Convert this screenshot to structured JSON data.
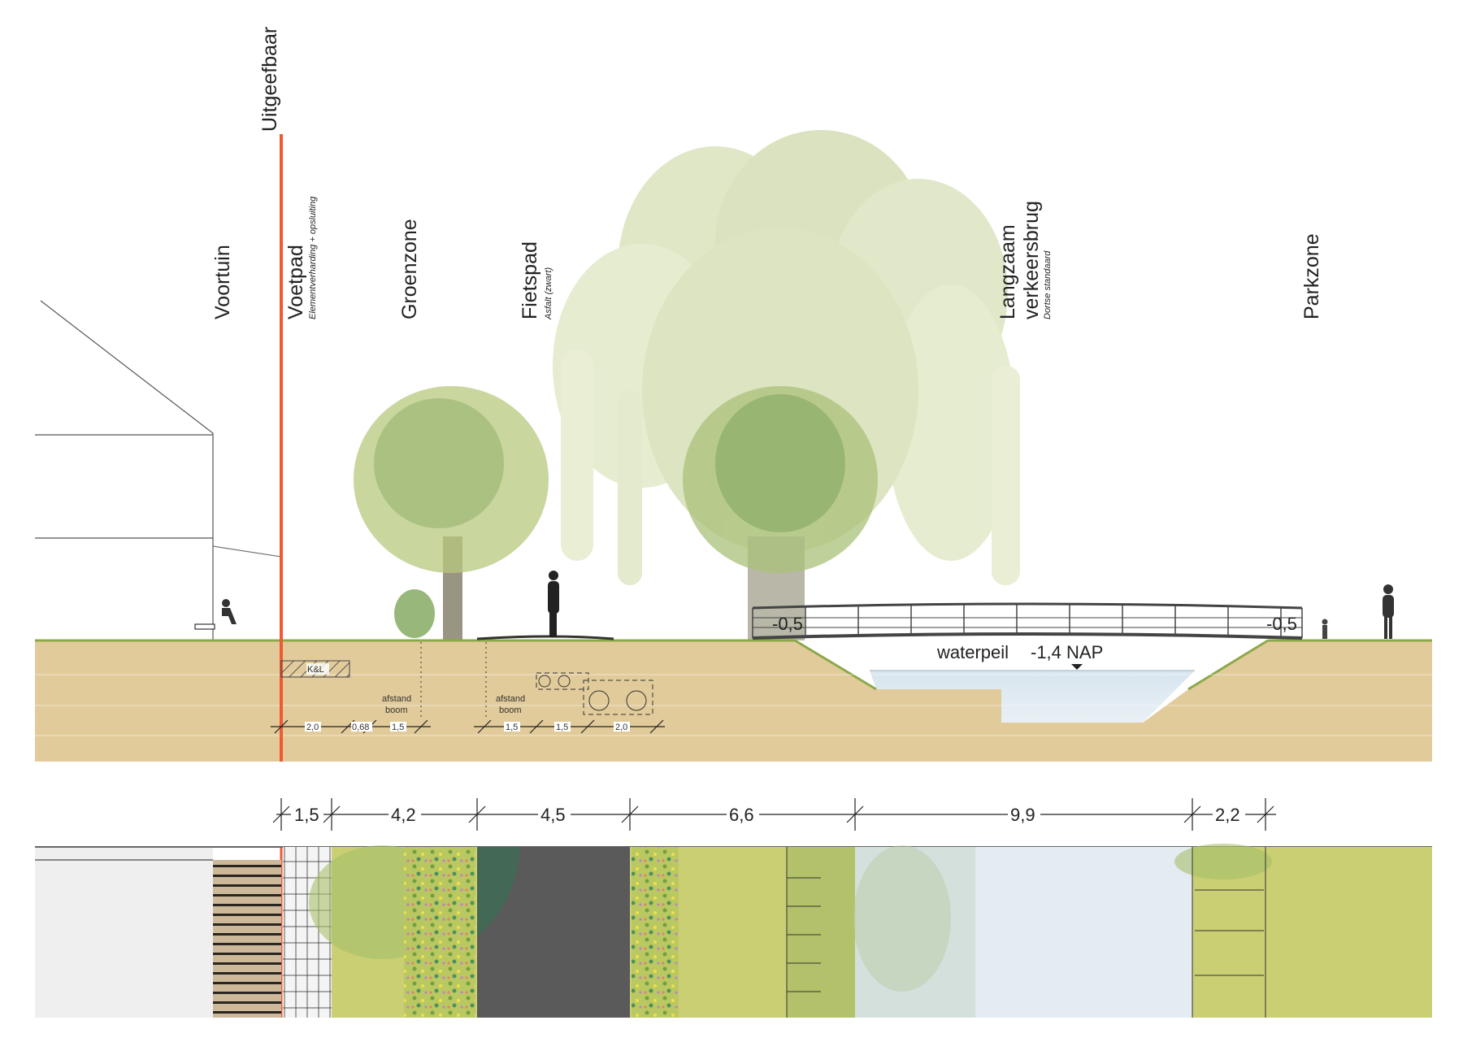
{
  "boundary_label": "Uitgeefbaar",
  "zones": [
    {
      "label": "Voortuin"
    },
    {
      "label": "Voetpad",
      "sub": "Elementverharding + opsluiting"
    },
    {
      "label": "Groenzone"
    },
    {
      "label": "Fietspad",
      "sub": "Asfalt (zwart)"
    },
    {
      "label": "Langzaam",
      "label2": "verkeersbrug",
      "sub": "Dortse standaard"
    },
    {
      "label": "Parkzone"
    }
  ],
  "section": {
    "cable_label": "K&L",
    "tree_distance_label": [
      "afstand",
      "boom"
    ],
    "small_dims": [
      "2,0",
      "0,68",
      "1,5",
      "1,5",
      "1,5",
      "2,0"
    ],
    "level_left": "-0,5",
    "level_right": "-0,5",
    "water_label": "waterpeil",
    "water_level": "-1,4 NAP"
  },
  "main_dims": [
    "1,5",
    "4,2",
    "4,5",
    "6,6",
    "9,9",
    "2,2"
  ],
  "colors": {
    "boundary": "#f05a32",
    "soil": "#e2cb9b",
    "grass": "#c9cf72",
    "asphalt": "#5a5a5a",
    "water": "#dde8ef",
    "paving": "#f4f4f4",
    "house_plan": "#efefef"
  }
}
